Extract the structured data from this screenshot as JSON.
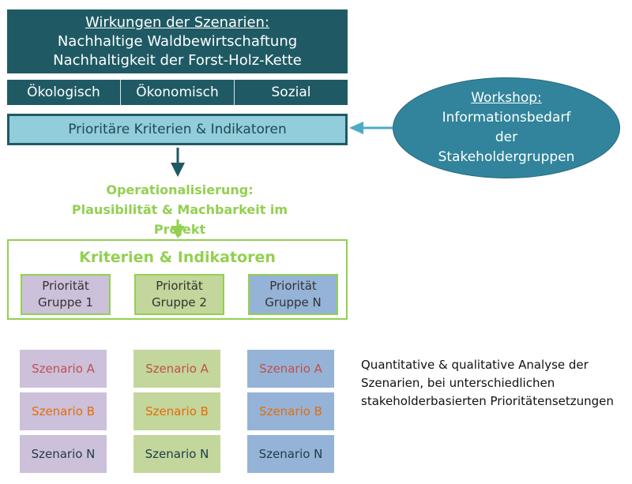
{
  "header": {
    "line1": "Wirkungen der Szenarien:",
    "line2": "Nachhaltige Waldbewirtschaftung",
    "line3": "Nachhaltigkeit der Forst-Holz-Kette"
  },
  "pillars": [
    "Ökologisch",
    "Ökonomisch",
    "Sozial"
  ],
  "priority_box": "Prioritäre Kriterien & Indikatoren",
  "workshop": {
    "title": "Workshop:",
    "line1": "Informationsbedarf",
    "line2": "der",
    "line3": "Stakeholdergruppen"
  },
  "operationalisation": {
    "line1": "Operationalisierung:",
    "line2": "Plausibilität & Machbarkeit im Projekt"
  },
  "criteria": {
    "title": "Kriterien & Indikatoren",
    "groups": [
      {
        "line1": "Priorität",
        "line2": "Gruppe 1"
      },
      {
        "line1": "Priorität",
        "line2": "Gruppe 2"
      },
      {
        "line1": "Priorität",
        "line2": "Gruppe N"
      }
    ]
  },
  "scenarios": {
    "col1": [
      "Szenario A",
      "Szenario B",
      "Szenario N"
    ],
    "col2": [
      "Szenario A",
      "Szenario B",
      "Szenario N"
    ],
    "col3": [
      "Szenario A",
      "Szenario B",
      "Szenario N"
    ]
  },
  "analysis": {
    "line1": "Quantitative & qualitative Analyse der",
    "line2": "Szenarien, bei unterschiedlichen",
    "line3": "stakeholderbasierten Prioritätensetzungen"
  },
  "colors": {
    "dark_teal": "#1f5a64",
    "light_blue": "#92cddc",
    "ellipse_teal": "#31849b",
    "green": "#92d050",
    "purple": "#ccc0da",
    "olive": "#c3d69b",
    "blue": "#95b3d7"
  }
}
